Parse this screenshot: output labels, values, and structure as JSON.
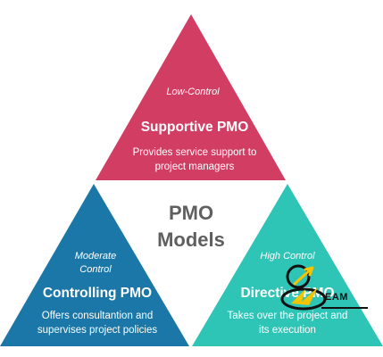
{
  "center": {
    "line1": "PMO",
    "line2": "Models"
  },
  "triangles": [
    {
      "level": "Low-Control",
      "title": "Supportive PMO",
      "desc1": "Provides service support to",
      "desc2": "project managers",
      "color": "#d23e63"
    },
    {
      "level1": "Moderate",
      "level2": "Control",
      "title": "Controlling PMO",
      "desc1": "Offers consultantion and",
      "desc2": "supervises project policies",
      "color": "#1a77a7"
    },
    {
      "level": "High Control",
      "title": "Directive PMO",
      "desc1": "Takes over the project and",
      "desc2": "its execution",
      "color": "#2ec4b6"
    }
  ],
  "watermark": {
    "text": "EAM",
    "color": "#f5c400"
  }
}
